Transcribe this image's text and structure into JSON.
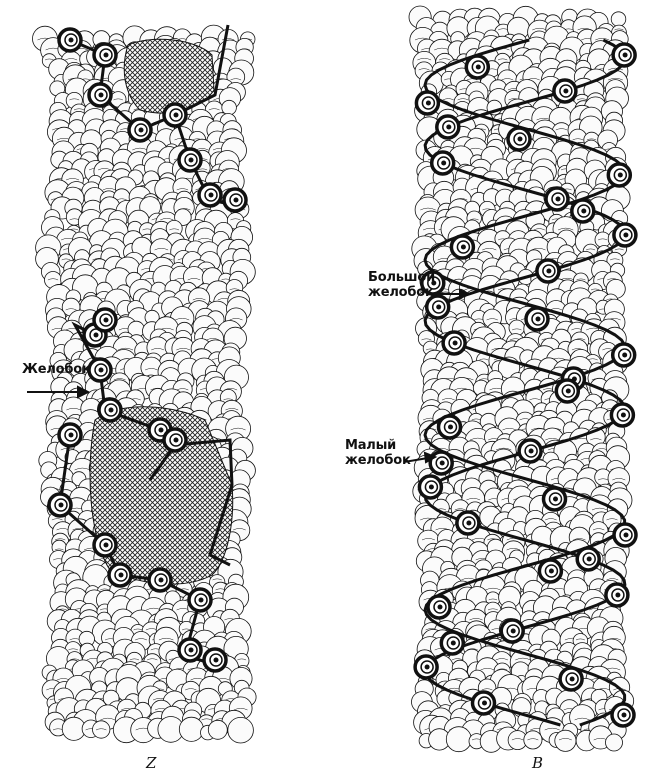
{
  "figure": {
    "z_model": {
      "caption": "Z",
      "groove_label": "Желобок"
    },
    "b_model": {
      "caption": "B",
      "major_groove_label_line1": "Большой",
      "major_groove_label_line2": "желобок",
      "minor_groove_label_line1": "Малый",
      "minor_groove_label_line2": "желобок"
    }
  },
  "colors": {
    "ink": "#111111",
    "paper": "#ffffff",
    "atom_fill": "#fbfbfb"
  }
}
